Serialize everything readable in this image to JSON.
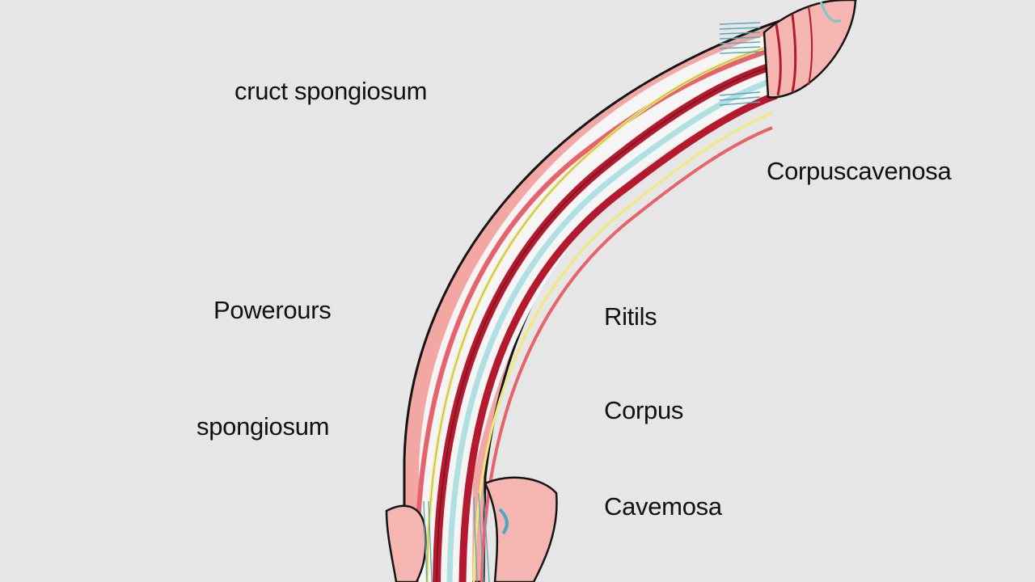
{
  "labels": [
    "cruct spongiosum",
    "Corpuscavenosa",
    "Powerours",
    "Ritils",
    "spongiosum",
    "Corpus",
    "Cavemosa"
  ],
  "colors": {
    "background": "#e6e6e6",
    "outer_tissue": "#f2a7a4",
    "outline": "#141414",
    "artery": "#b5192e",
    "vessel_light": "#e7636c",
    "nerve": "#efe97a",
    "cyan_vessel": "#aee0e2",
    "inner_white": "#f5f5f5"
  }
}
